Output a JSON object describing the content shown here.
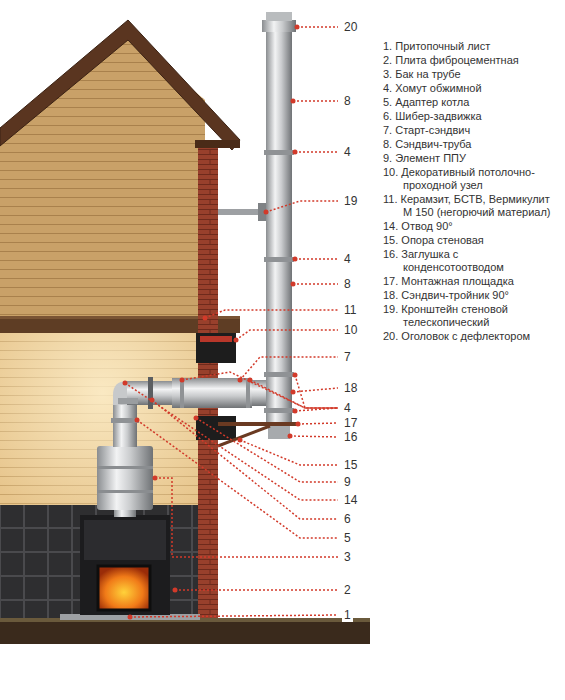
{
  "diagram": {
    "labels": [
      "20",
      "8",
      "4",
      "19",
      "4",
      "8",
      "11",
      "10",
      "7",
      "18",
      "4",
      "17",
      "16",
      "15",
      "9",
      "14",
      "6",
      "5",
      "3",
      "2",
      "1",
      "1. Притопочный лист",
      "2. Плита фиброцементная",
      "3. Бак на трубе",
      "4. Хомут обжимной",
      "5. Адаптер котла",
      "6. Шибер-задвижка",
      "7. Старт-сэндвич",
      "8. Сэндвич-труба",
      "9. Элемент ППУ",
      "10. Декоративный потолочно-проходной узел",
      "11. Керамзит, БСТВ, Вермикулит М 150 (негорючий материал)",
      "14. Отвод 90°",
      "15. Опора стеновая",
      "16. Заглушка с конденсотоотводом",
      "17. Монтажная площадка",
      "18. Сэндвич-тройник 90°",
      "19. Кронштейн стеновой телескопический",
      "20. Оголовок с дефлектором"
    ]
  }
}
